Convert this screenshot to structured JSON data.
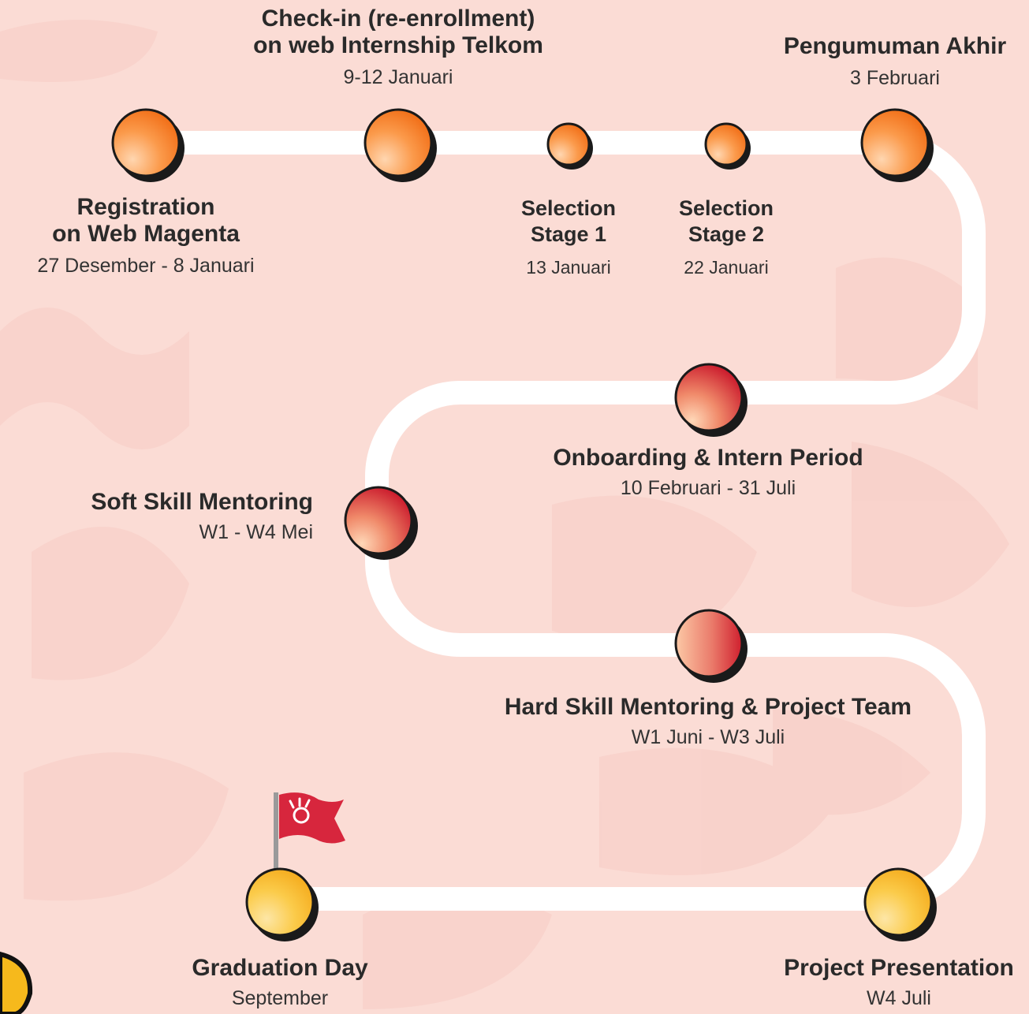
{
  "milestones": {
    "registration": {
      "title_line1": "Registration",
      "title_line2": "on Web Magenta",
      "date": "27 Desember - 8 Januari"
    },
    "checkin": {
      "title_line1": "Check-in (re-enrollment)",
      "title_line2": "on web Internship Telkom",
      "date": "9-12 Januari"
    },
    "selection1": {
      "title_line1": "Selection",
      "title_line2": "Stage 1",
      "date": "13 Januari"
    },
    "selection2": {
      "title_line1": "Selection",
      "title_line2": "Stage 2",
      "date": "22 Januari"
    },
    "pengumuman": {
      "title": "Pengumuman Akhir",
      "date": "3 Februari"
    },
    "onboarding": {
      "title": "Onboarding & Intern Period",
      "date": "10 Februari - 31 Juli"
    },
    "softskill": {
      "title": "Soft Skill Mentoring",
      "date": "W1 - W4 Mei"
    },
    "hardskill": {
      "title": "Hard Skill Mentoring & Project Team",
      "date": "W1 Juni - W3 Juli"
    },
    "presentation": {
      "title": "Project Presentation",
      "date": "W4 Juli"
    },
    "graduation": {
      "title": "Graduation Day",
      "date": "September"
    }
  },
  "colors": {
    "background": "#fbdcd5",
    "path": "#ffffff",
    "node_orange": "#f47a1f",
    "node_red": "#d0202e",
    "node_yellow": "#f6b91c",
    "flag": "#d7263d"
  },
  "icons": {
    "flag": "flag-icon"
  }
}
